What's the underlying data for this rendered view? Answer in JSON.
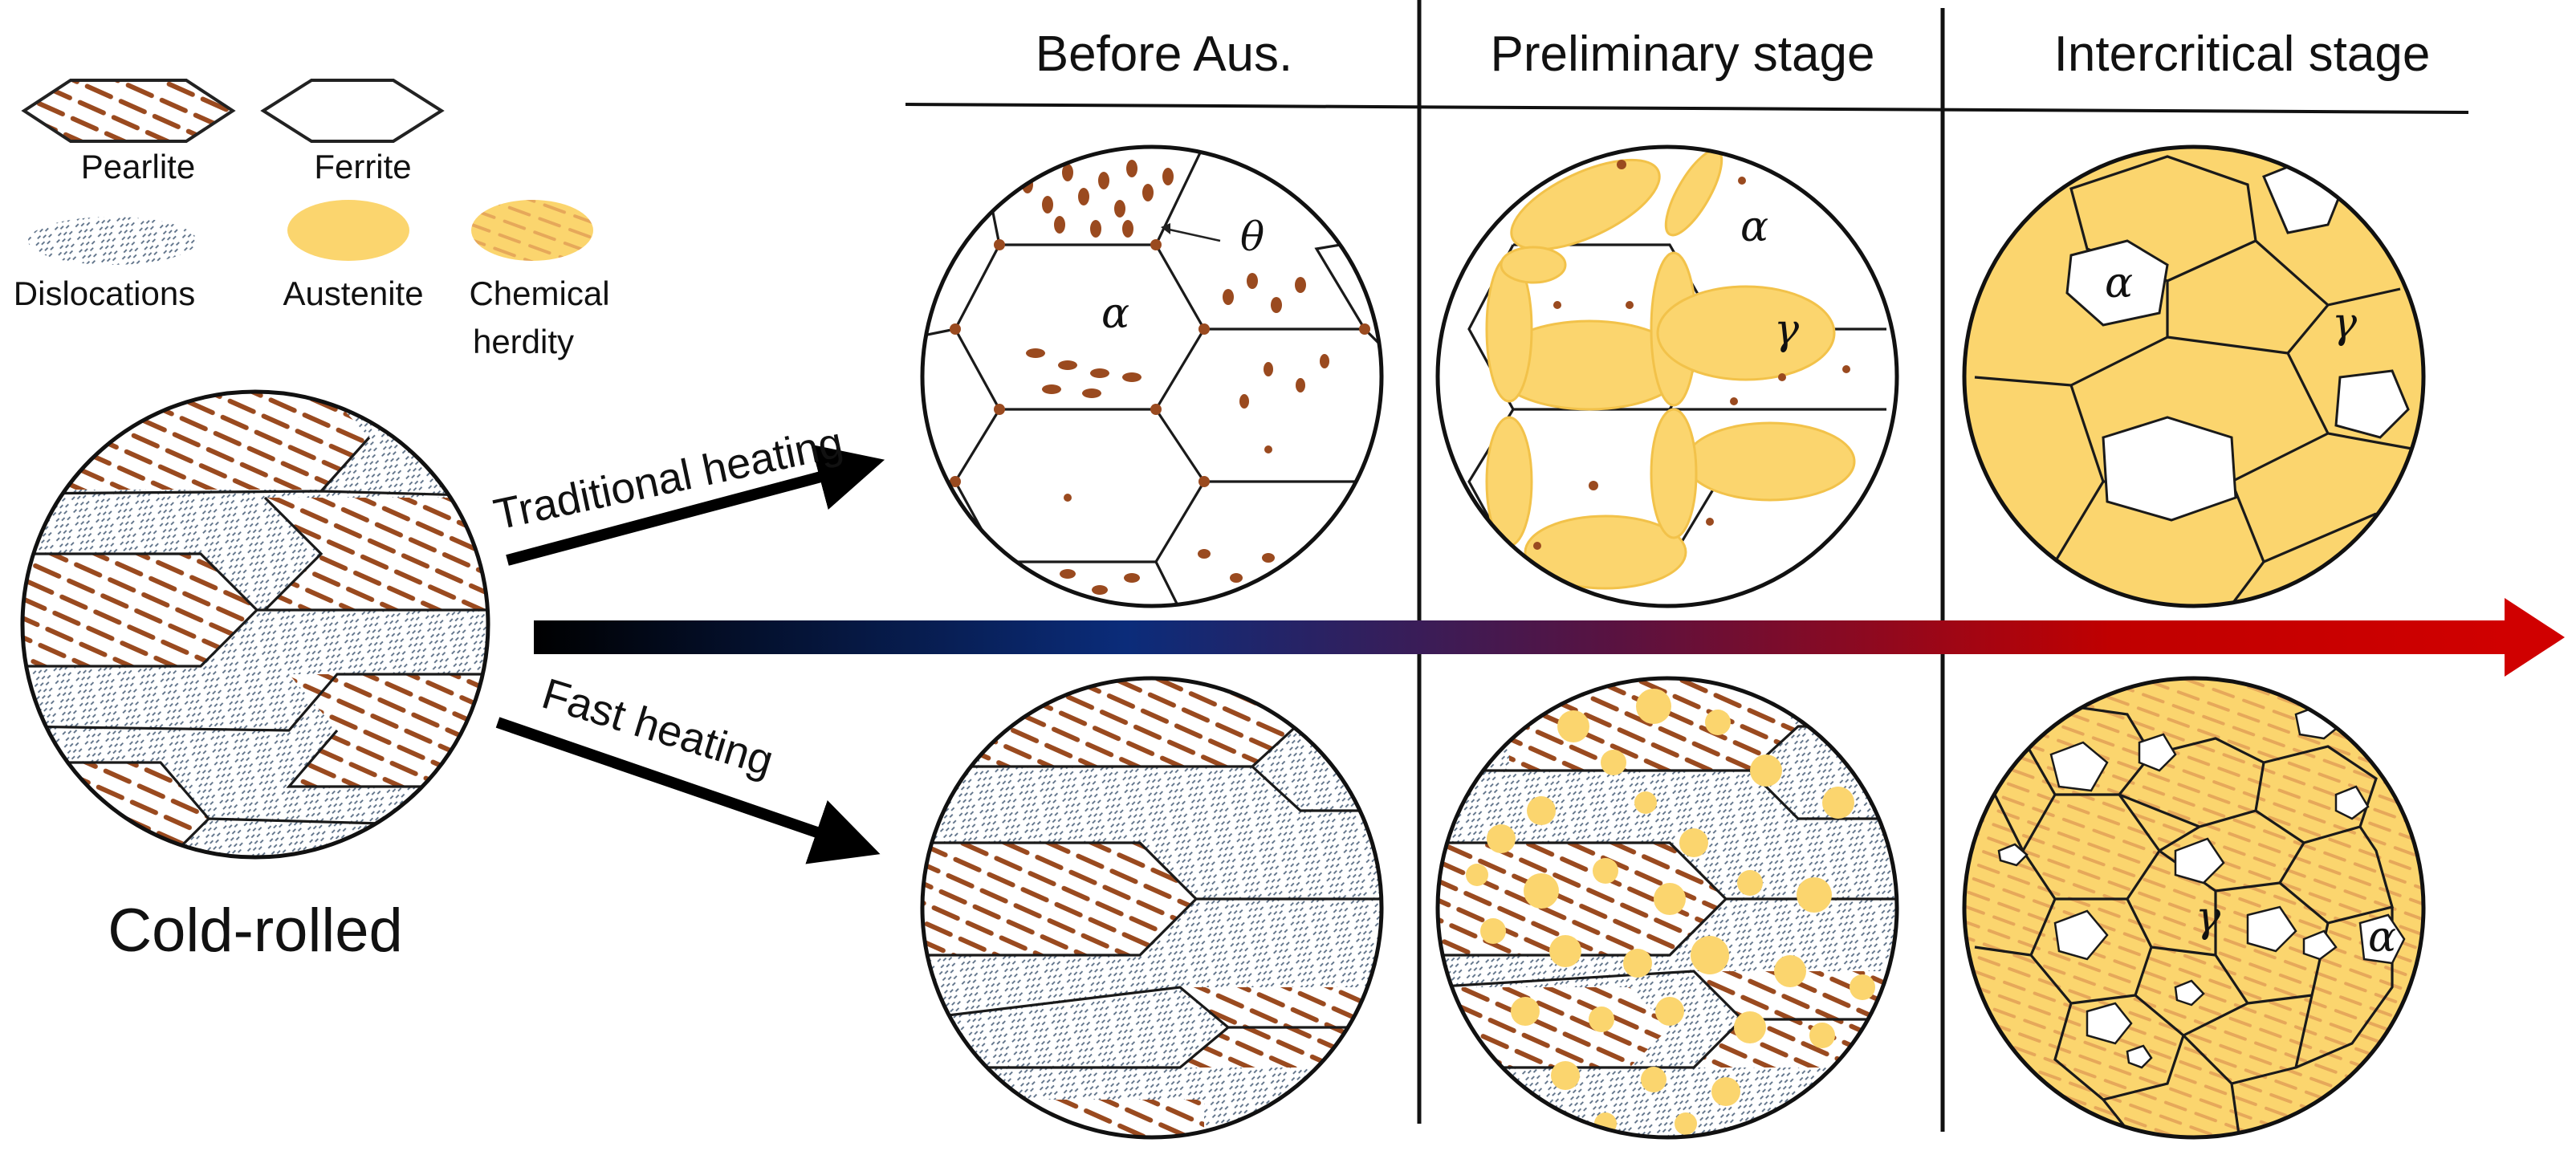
{
  "columns": {
    "before": "Before Aus.",
    "preliminary": "Preliminary stage",
    "intercritical": "Intercritical stage"
  },
  "legend": {
    "pearlite": "Pearlite",
    "ferrite": "Ferrite",
    "dislocations": "Dislocations",
    "austenite": "Austenite",
    "chemical_line1": "Chemical",
    "chemical_line2": "herdity"
  },
  "arrows": {
    "traditional": "Traditional heating",
    "fast": "Fast heating"
  },
  "start_label": "Cold-rolled",
  "phases": {
    "alpha": "α",
    "gamma": "γ",
    "theta": "θ"
  },
  "colors": {
    "pearlite_lamella": "#9a4a1f",
    "austenite": "#fbd56e",
    "austenite_edge": "#f2c24a",
    "dislocation": "#5b6f86",
    "timeline_start": "#000000",
    "timeline_mid": "#0b2c7a",
    "timeline_end": "#d00000"
  }
}
